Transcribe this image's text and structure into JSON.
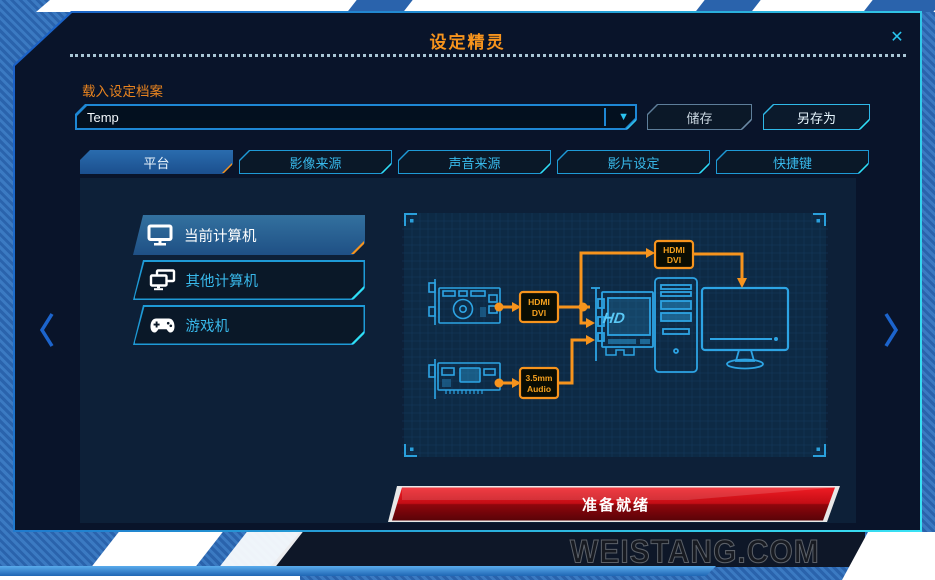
{
  "window": {
    "title": "设定精灵",
    "close_glyph": "✕"
  },
  "profile": {
    "label": "载入设定档案",
    "value": "Temp",
    "dropdown_glyph": "▼",
    "save_label": "储存",
    "save_as_label": "另存为"
  },
  "tabs": [
    {
      "label": "平台",
      "active": true
    },
    {
      "label": "影像来源",
      "active": false
    },
    {
      "label": "声音来源",
      "active": false
    },
    {
      "label": "影片设定",
      "active": false
    },
    {
      "label": "快捷键",
      "active": false
    }
  ],
  "platforms": [
    {
      "label": "当前计算机",
      "icon": "monitor-icon",
      "active": true
    },
    {
      "label": "其他计算机",
      "icon": "dual-monitor-icon",
      "active": false
    },
    {
      "label": "游戏机",
      "icon": "gamepad-icon",
      "active": false
    }
  ],
  "diagram": {
    "hdmi_in_line1": "HDMI",
    "hdmi_in_line2": "DVI",
    "hdmi_out_line1": "HDMI",
    "hdmi_out_line2": "DVI",
    "audio_line1": "3.5mm",
    "audio_line2": "Audio",
    "chip_logo": "HD"
  },
  "status_bar": {
    "label": "准备就绪"
  },
  "watermark": "WEISTANG.COM",
  "colors": {
    "accent_orange": "#f7941d",
    "accent_cyan": "#2fc2e8",
    "active_blue": "#1d5fa2",
    "status_red": "#d6121b",
    "blueprint_blue": "#2da4e4"
  }
}
